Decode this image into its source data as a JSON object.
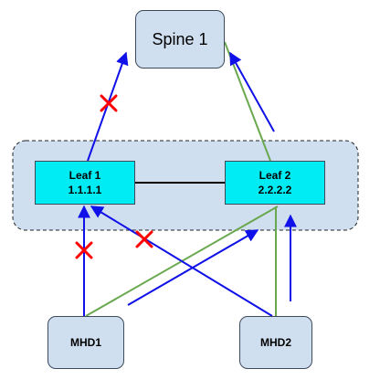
{
  "nodes": {
    "spine": "Spine 1",
    "leaf1": "Leaf 1\n1.1.1.1",
    "leaf2": "Leaf 2\n2.2.2.2",
    "mhd1": "MHD1",
    "mhd2": "MHD2"
  },
  "colors": {
    "node_fill": "#cfdff0",
    "leaf_fill": "#00ecf5",
    "group_fill": "#cfdff0",
    "blue_link": "#1010e8",
    "green_link": "#6aa84f",
    "fail_mark": "#ff0000",
    "peer_link": "#000000"
  },
  "failure_marks": [
    "leaf1-to-spine1",
    "mhd1-to-leaf1",
    "mhd2-to-leaf1"
  ]
}
